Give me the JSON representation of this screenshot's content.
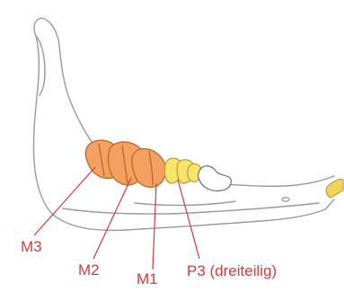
{
  "labels": {
    "m3": "M3",
    "m2": "M2",
    "m1": "M1",
    "p3": "P3 (dreiteilig)"
  },
  "colors": {
    "outline": "#9a9a9a",
    "outline_dark": "#6f6f6f",
    "molar_fill": "#f4a060",
    "molar_stroke": "#b86a2a",
    "premolar_fill": "#f7e46a",
    "premolar_stroke": "#b8a23a",
    "incisor_fill": "#f2d35a",
    "pointer_line": "#d43a3a",
    "label_text": "#d43a3a"
  }
}
